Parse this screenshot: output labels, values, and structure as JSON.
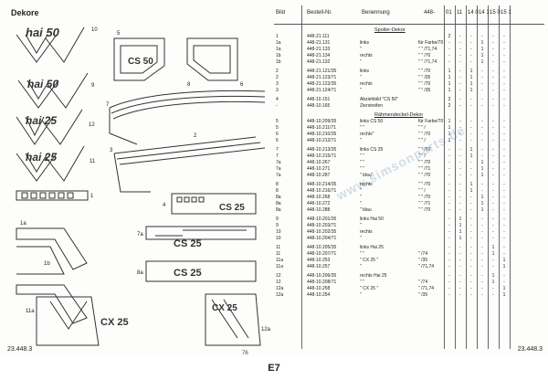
{
  "page": {
    "section_title": "Dekore",
    "left_code": "23.448.3",
    "right_code": "23.448.3",
    "page_number": "76",
    "page_label": "E7",
    "watermark": "www.simsonparts.de"
  },
  "illustration": {
    "callouts": [
      "10",
      "9",
      "12",
      "11",
      "1",
      "5",
      "6",
      "7",
      "8",
      "3",
      "2",
      "4",
      "7a",
      "8a",
      "1a",
      "1b",
      "11a",
      "12a"
    ],
    "decal_texts": [
      "hai 50",
      "hai 50",
      "hai 25",
      "hai 25",
      "CS 50",
      "CS 25",
      "CS 25",
      "CS 25",
      "CX 25",
      "CX 25"
    ]
  },
  "table": {
    "headers": {
      "bild": "Bild",
      "nr": "Bestell-Nr.",
      "ben": "Benennung",
      "model": "448-",
      "cols": [
        "01",
        "11",
        "14 0",
        "14 1",
        "15 0",
        "15 1"
      ]
    },
    "rows": [
      {
        "type": "section",
        "ben": "Spoiler-Dekor"
      },
      {
        "bild": "1",
        "nr": "448-21.111",
        "ben": "",
        "note": "",
        "q": [
          "2",
          "-",
          "-",
          "-",
          "-",
          "-"
        ]
      },
      {
        "bild": "1a",
        "nr": "448-21.131",
        "ben": "links",
        "note": "für Farbe/70",
        "q": [
          "-",
          "-",
          "-",
          "1",
          "-",
          "-"
        ]
      },
      {
        "bild": "1a",
        "nr": "448-21.133",
        "ben": "\"",
        "note": "\"  \"  /71,74",
        "q": [
          "-",
          "-",
          "-",
          "1",
          "-",
          "-"
        ]
      },
      {
        "bild": "1b",
        "nr": "448-21.134",
        "ben": "rechts",
        "note": "\"  \"  /70",
        "q": [
          "-",
          "-",
          "-",
          "1",
          "-",
          "-"
        ]
      },
      {
        "bild": "1b",
        "nr": "448-21.132",
        "ben": "\"",
        "note": "\"  \"  /71,74",
        "q": [
          "-",
          "-",
          "-",
          "1",
          "-",
          "-"
        ]
      },
      {
        "type": "gap"
      },
      {
        "bild": "2",
        "nr": "448-21.121/35",
        "ben": "links",
        "note": "\"  \"  /70",
        "q": [
          "1",
          "-",
          "1",
          "-",
          "-",
          "-"
        ]
      },
      {
        "bild": "2",
        "nr": "448-21.123/71",
        "ben": "\"",
        "note": "\"  \"  /35",
        "q": [
          "1",
          "-",
          "1",
          "-",
          "-",
          "-"
        ]
      },
      {
        "bild": "3",
        "nr": "448-21.122/35",
        "ben": "rechts",
        "note": "\"  \"  /70",
        "q": [
          "1",
          "-",
          "1",
          "-",
          "-",
          "-"
        ]
      },
      {
        "bild": "3",
        "nr": "448-21.124/71",
        "ben": "\"",
        "note": "\"  \"  /35",
        "q": [
          "1",
          "-",
          "1",
          "-",
          "-",
          "-"
        ]
      },
      {
        "type": "gap"
      },
      {
        "bild": "4",
        "nr": "448-10.151",
        "ben": "Abziehbild \"CS 50\"",
        "note": "",
        "q": [
          "2",
          "-",
          "-",
          "-",
          "-",
          "-"
        ]
      },
      {
        "bild": "-",
        "nr": "448-10.165",
        "ben": "Zierstreifen",
        "note": "",
        "q": [
          "2",
          "-",
          "-",
          "-",
          "-",
          "-"
        ]
      },
      {
        "type": "gap"
      },
      {
        "type": "section",
        "ben": "Rähmendeckel-Dekor"
      },
      {
        "bild": "5",
        "nr": "448-10.209/35",
        "ben": "links CS 50",
        "note": "für Farbe/70",
        "q": [
          "1",
          "-",
          "-",
          "-",
          "-",
          "-"
        ]
      },
      {
        "bild": "5",
        "nr": "448-10.211/71",
        "ben": "\"  \"",
        "note": "\"  \"  /",
        "q": [
          "1",
          "-",
          "-",
          "-",
          "-",
          "-"
        ]
      },
      {
        "bild": "6",
        "nr": "448-10.210/35",
        "ben": "rechts\"",
        "note": "\"  \"  /70",
        "q": [
          "1",
          "-",
          "-",
          "-",
          "-",
          "-"
        ]
      },
      {
        "bild": "6",
        "nr": "448-10.212/71",
        "ben": "\"",
        "note": "\"  \"  /",
        "q": [
          "1",
          "-",
          "-",
          "-",
          "-",
          "-"
        ]
      },
      {
        "type": "gap"
      },
      {
        "bild": "7",
        "nr": "448-10.213/35",
        "ben": "links CS 25",
        "note": "\"  \"  /70",
        "q": [
          "-",
          "-",
          "1",
          "-",
          "-",
          "-"
        ]
      },
      {
        "bild": "7",
        "nr": "448-10.215/71",
        "ben": "\"  \"",
        "note": "\"  \"  /",
        "q": [
          "-",
          "-",
          "1",
          "-",
          "-",
          "-"
        ]
      },
      {
        "bild": "7a",
        "nr": "448-10.267",
        "ben": "\"  \"",
        "note": "\"  \"  /70",
        "q": [
          "-",
          "-",
          "-",
          "1",
          "-",
          "-"
        ]
      },
      {
        "bild": "7a",
        "nr": "448-10.271",
        "ben": "\"  \"",
        "note": "\"  \"  /71",
        "q": [
          "-",
          "-",
          "-",
          "1",
          "-",
          "-"
        ]
      },
      {
        "bild": "7a",
        "nr": "448-10.287",
        "ben": "\" blau\"",
        "note": "\"  \"  /70",
        "q": [
          "-",
          "-",
          "-",
          "1",
          "-",
          "-"
        ]
      },
      {
        "type": "gap"
      },
      {
        "bild": "8",
        "nr": "448-10.214/35",
        "ben": "rechts",
        "note": "\"  \"  /70",
        "q": [
          "-",
          "-",
          "1",
          "-",
          "-",
          "-"
        ]
      },
      {
        "bild": "8",
        "nr": "448-10.216/71",
        "ben": "\"",
        "note": "\"  \"  /",
        "q": [
          "-",
          "-",
          "1",
          "-",
          "-",
          "-"
        ]
      },
      {
        "bild": "8a",
        "nr": "448-10.268",
        "ben": "\"",
        "note": "\"  \"  /70",
        "q": [
          "-",
          "-",
          "-",
          "1",
          "-",
          "-"
        ]
      },
      {
        "bild": "8a",
        "nr": "448-10.272",
        "ben": "\"",
        "note": "\"  \"  /71",
        "q": [
          "-",
          "-",
          "-",
          "1",
          "-",
          "-"
        ]
      },
      {
        "bild": "8a",
        "nr": "448-10.288",
        "ben": "\" blau",
        "note": "\"  \"  /70",
        "q": [
          "-",
          "-",
          "-",
          "1",
          "-",
          "-"
        ]
      },
      {
        "type": "gap"
      },
      {
        "bild": "9",
        "nr": "448-10.201/35",
        "ben": "links Hai 50",
        "note": "",
        "q": [
          "-",
          "1",
          "-",
          "-",
          "-",
          "-"
        ]
      },
      {
        "bild": "9",
        "nr": "448-10.203/71",
        "ben": "\"",
        "note": "",
        "q": [
          "-",
          "1",
          "-",
          "-",
          "-",
          "-"
        ]
      },
      {
        "bild": "10",
        "nr": "448-10.202/35",
        "ben": "rechts",
        "note": "",
        "q": [
          "-",
          "1",
          "-",
          "-",
          "-",
          "-"
        ]
      },
      {
        "bild": "10",
        "nr": "448-10.204/71",
        "ben": "\"",
        "note": "",
        "q": [
          "-",
          "1",
          "-",
          "-",
          "-",
          "-"
        ]
      },
      {
        "type": "gap"
      },
      {
        "bild": "11",
        "nr": "448-10.205/35",
        "ben": "links Hai 25",
        "note": "",
        "q": [
          "-",
          "-",
          "-",
          "-",
          "1",
          "-"
        ]
      },
      {
        "bild": "11",
        "nr": "448-10.207/71",
        "ben": "\"  \"",
        "note": "\"  /74",
        "q": [
          "-",
          "-",
          "-",
          "-",
          "1",
          "-"
        ]
      },
      {
        "bild": "11a",
        "nr": "448-10.253",
        "ben": "\"  CX 25 \"",
        "note": "\"  /35",
        "q": [
          "-",
          "-",
          "-",
          "-",
          "-",
          "1"
        ]
      },
      {
        "bild": "11a",
        "nr": "448-10.257",
        "ben": "\"",
        "note": "\"  /71,74",
        "q": [
          "-",
          "-",
          "-",
          "-",
          "-",
          "1"
        ]
      },
      {
        "type": "gap"
      },
      {
        "bild": "12",
        "nr": "448-10.206/35",
        "ben": "rechts Hai 25",
        "note": "",
        "q": [
          "-",
          "-",
          "-",
          "-",
          "1",
          "-"
        ]
      },
      {
        "bild": "12",
        "nr": "448-10.208/71",
        "ben": "\"  \"",
        "note": "\"  /74",
        "q": [
          "-",
          "-",
          "-",
          "-",
          "1",
          "-"
        ]
      },
      {
        "bild": "12a",
        "nr": "448-10.258",
        "ben": "\"  CX 25 \"",
        "note": "\"  /71,74",
        "q": [
          "-",
          "-",
          "-",
          "-",
          "-",
          "1"
        ]
      },
      {
        "bild": "12a",
        "nr": "448-10.254",
        "ben": "\"",
        "note": "\"  /35",
        "q": [
          "-",
          "-",
          "-",
          "-",
          "-",
          "1"
        ]
      }
    ]
  }
}
